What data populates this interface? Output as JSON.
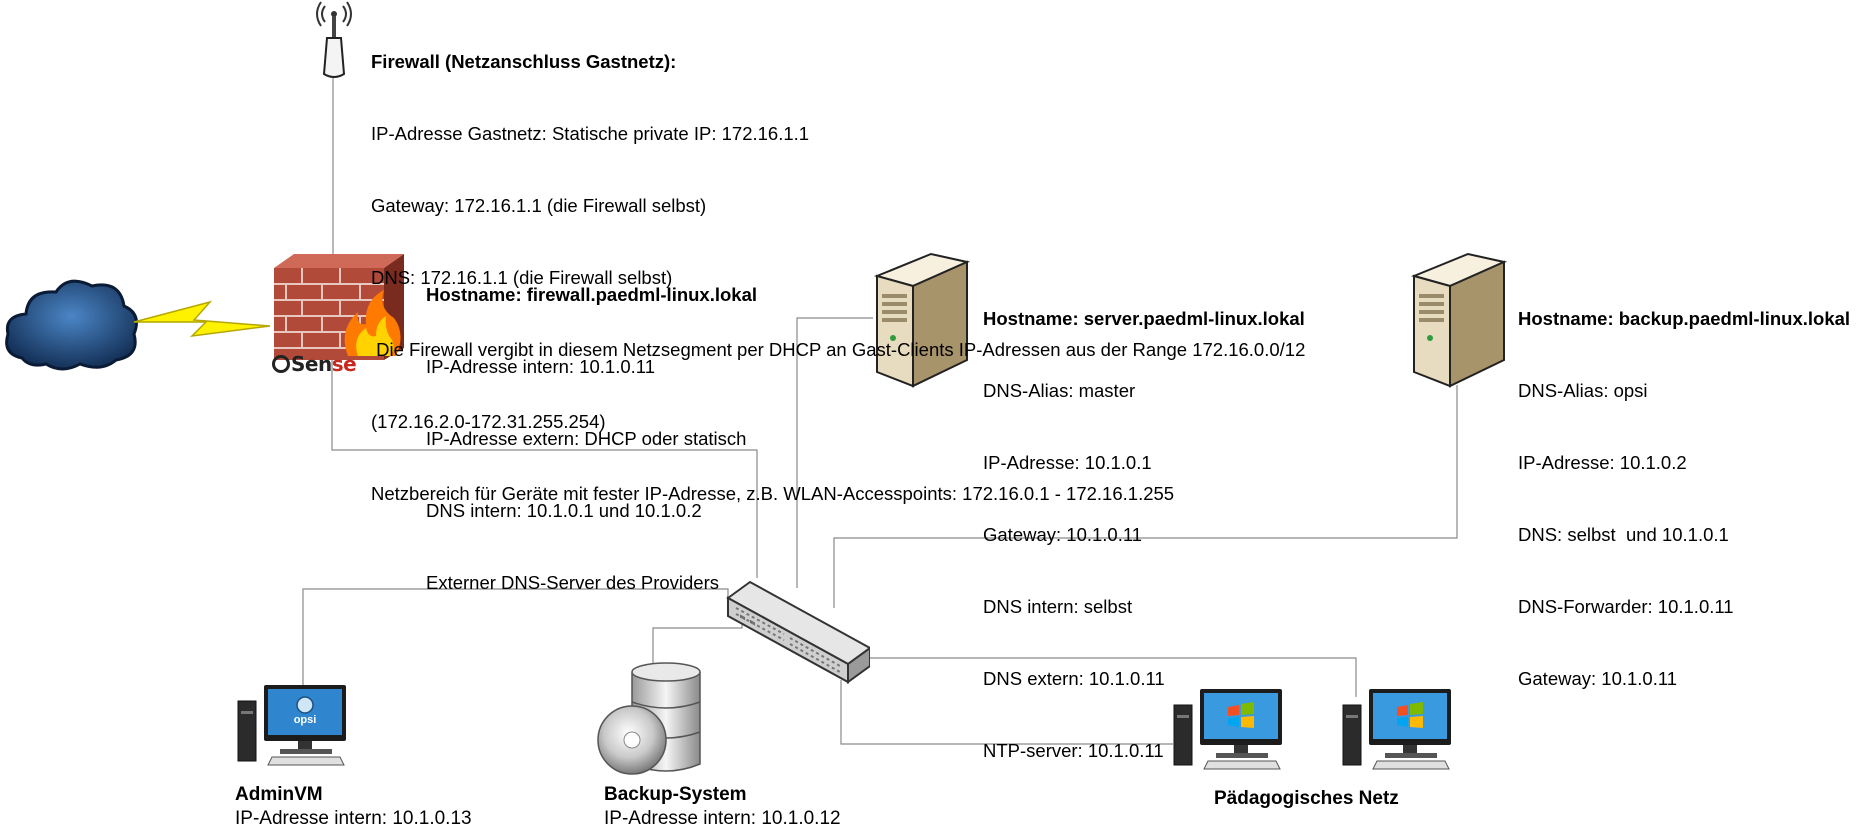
{
  "firewall_guest": {
    "title": "Firewall (Netzanschluss Gastnetz):",
    "lines": [
      "IP-Adresse Gastnetz: Statische private IP: 172.16.1.1",
      "Gateway: 172.16.1.1 (die Firewall selbst)",
      "DNS: 172.16.1.1 (die Firewall selbst)",
      " Die Firewall vergibt in diesem Netzsegment per DHCP an Gast-Clients IP-Adressen aus der Range 172.16.0.0/12",
      "(172.16.2.0-172.31.255.254)",
      "Netzbereich für Geräte mit fester IP-Adresse, z.B. WLAN-Accesspoints: 172.16.0.1 - 172.16.1.255"
    ]
  },
  "firewall": {
    "title": "Hostname: firewall.paedml-linux.lokal",
    "lines": [
      "IP-Adresse intern: 10.1.0.11",
      "IP-Adresse extern: DHCP oder statisch",
      "DNS intern: 10.1.0.1 und 10.1.0.2",
      "Externer DNS-Server des Providers"
    ],
    "logo_text_a": "Sen",
    "logo_text_b": "se"
  },
  "server": {
    "title": "Hostname: server.paedml-linux.lokal",
    "lines": [
      "DNS-Alias: master",
      "IP-Adresse: 10.1.0.1",
      "Gateway: 10.1.0.11",
      "DNS intern: selbst",
      "DNS extern: 10.1.0.11",
      "NTP-server: 10.1.0.11"
    ]
  },
  "backup": {
    "title": "Hostname: backup.paedml-linux.lokal",
    "lines": [
      "DNS-Alias: opsi",
      "IP-Adresse: 10.1.0.2",
      "DNS: selbst  und 10.1.0.1",
      "DNS-Forwarder: 10.1.0.11",
      "Gateway: 10.1.0.11"
    ]
  },
  "adminvm": {
    "title": "AdminVM",
    "ip": "IP-Adresse intern: 10.1.0.13",
    "screen_logo": "opsi"
  },
  "backup_system": {
    "title": "Backup-System",
    "ip": "IP-Adresse intern: 10.1.0.12"
  },
  "paedagogisches_netz": {
    "title": "Pädagogisches Netz"
  },
  "icons": [
    "antenna-icon",
    "cloud-icon",
    "lightning-icon",
    "firewall-icon",
    "server-tower-icon",
    "network-switch-icon",
    "desktop-pc-icon",
    "database-disc-icon",
    "windows-logo-icon"
  ],
  "colors": {
    "wire": "#8a8a8a",
    "brick": "#b24a3a",
    "cloud": "#1f4f86",
    "lightning": "#ffe600",
    "server": "#e8dcc0"
  }
}
